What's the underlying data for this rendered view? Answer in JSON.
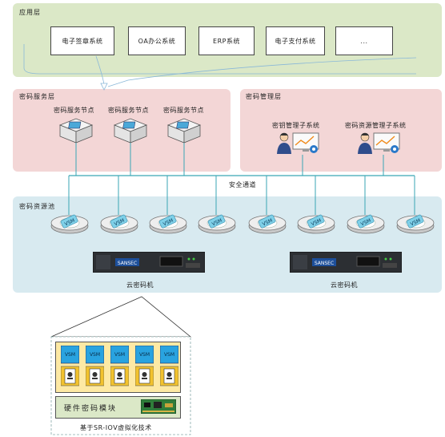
{
  "app_layer": {
    "title": "应用层",
    "systems": [
      "电子签章系统",
      "OA办公系统",
      "ERP系统",
      "电子支付系统",
      "..."
    ]
  },
  "service_layer": {
    "title": "密码服务层",
    "nodes": [
      "密码服务节点",
      "密码服务节点",
      "密码服务节点"
    ]
  },
  "mgmt_layer": {
    "title": "密码管理层",
    "subsystems": [
      "密钥管理子系统",
      "密码资源管理子系统"
    ]
  },
  "network_label": "安全通道",
  "pool_layer": {
    "title": "密码资源池",
    "vsm_label": "VSM",
    "vsm_count": 8,
    "machines": [
      "云密码机",
      "云密码机"
    ]
  },
  "detail": {
    "vsm_label": "VSM",
    "vsm_count": 5,
    "hw_module": "硬件密码模块",
    "caption": "基于SR-IOV虚拟化技术"
  },
  "colors": {
    "app_bg": "#dbe8c7",
    "service_bg": "#f3d6d6",
    "pool_bg": "#d8eaf0",
    "vsm_blue": "#29a3e0",
    "card_yellow": "#f2c22e",
    "hw_green": "#dbe8c7",
    "line": "#3aa6b5"
  }
}
